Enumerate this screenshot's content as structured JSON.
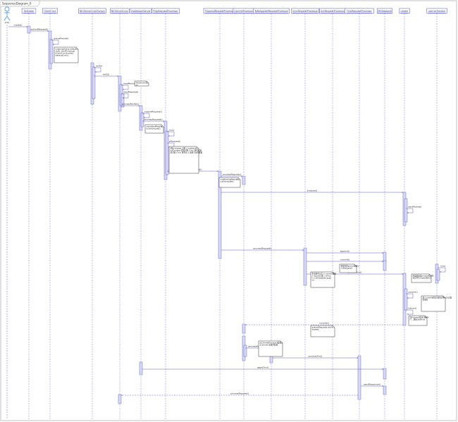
{
  "diagram": {
    "frame_label": "SequenceDiagram_0",
    "actor_label": "Actor",
    "colors": {
      "lifeline": "#7b7bd6",
      "activation_fill": "#d9d9f5",
      "activation_stroke": "#6b6bc8",
      "message": "#5a5ac0",
      "participant_fill": "#ffffff",
      "participant_stroke": "#6b6bc8",
      "note_fill": "#ffffff",
      "note_stroke": "#333333",
      "actor": "#5aa0e6"
    },
    "participants": [
      {
        "id": "zk",
        "label": "ZkStarter"
      },
      {
        "id": "cc",
        "label": "ClientCnxn"
      },
      {
        "id": "nccf",
        "label": "NIOServerCnxnFactory"
      },
      {
        "id": "nc",
        "label": "NIOServerCnxn"
      },
      {
        "id": "zks",
        "label": "ZooKeeperServer"
      },
      {
        "id": "prp",
        "label": "PrepRequestProcessor"
      },
      {
        "id": "prp2",
        "label": "ProposalRequestProcessor"
      },
      {
        "id": "cp",
        "label": "CommitProcessor"
      },
      {
        "id": "tlcrp",
        "label": "ToBeAppliedRequestProcessor"
      },
      {
        "id": "srp",
        "label": "SyncRequestProcessor"
      },
      {
        "id": "arp",
        "label": "AckRequestProcessor"
      },
      {
        "id": "frp",
        "label": "FinalRequestProcessor"
      },
      {
        "id": "zkdb",
        "label": "ZKDatabase"
      },
      {
        "id": "leader",
        "label": "Leader"
      },
      {
        "id": "lh",
        "label": "LearnerHandler"
      }
    ],
    "messages": [
      "create()",
      "submitRequest()",
      "queuePacket()",
      "doIO()",
      "doIO()",
      "readPayload()",
      "readRequest()",
      "processPacket()",
      "submitRequest()",
      "processRequest()",
      "run()",
      "pRequest()",
      "processRequest()",
      "processRequest()",
      "propose()",
      "processRequest()",
      "sendPacket()",
      "processRequest()",
      "append()",
      "commit()",
      "processRequest()",
      "processAck()",
      "run()",
      "commit()",
      "inform()",
      "commit()",
      "processRequest()",
      "processTxn()",
      "sendResponse()",
      "applyTxn()",
      "processRequest()"
    ],
    "notes": [
      "outgoingQueue.add(packet); sendThread.getClientCnxnSocket().wakeupCnxn();",
      "NIOServerCnxn",
      "submittedRequests.add(request);",
      "封装 request 对象 // outstandingChanges 添加对象 // txn 事务请求的对象 // hdr 事务头 // 请求节点的数据",
      "outstandingRequests.add(request);",
      "将提交的proposal放入 toBeApplied",
      "生成事务日志 // commit 检查 // request 放入 toFlush // zkDatabase.append",
      "向集群发送proposal 并等待过半Follower的ACK",
      "进入commit阶段 收到过半ACK后提交事务",
      "向Follower发送COMMIT，通知Observer",
      "queuedRequests.add(request);",
      "从CommitProcessor取出 toCommit 请求并处理"
    ]
  }
}
